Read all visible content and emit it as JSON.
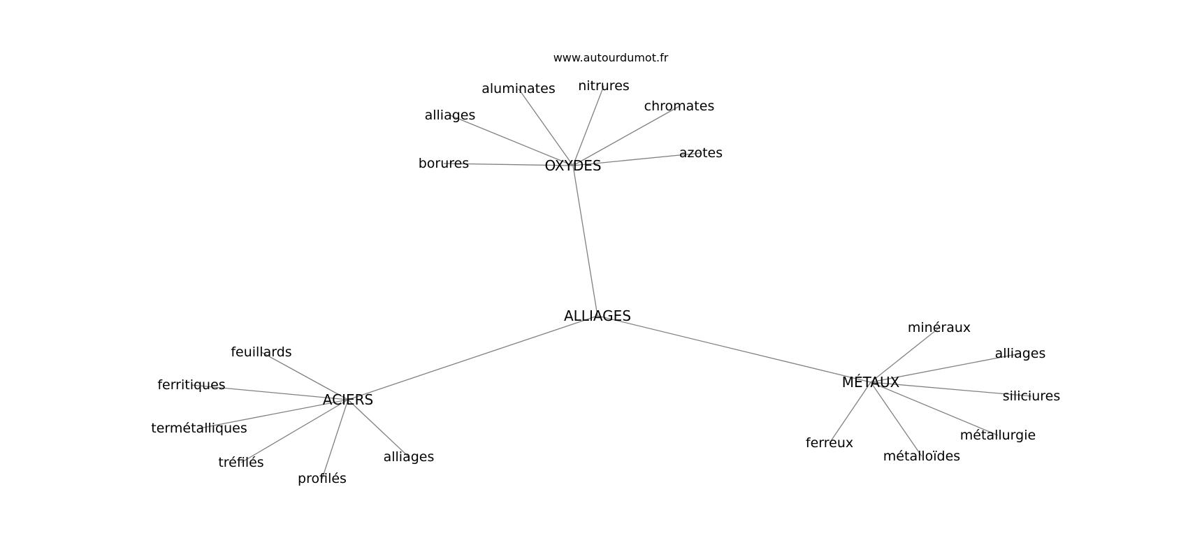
{
  "site": "www.autourdumot.fr",
  "colors": {
    "edge": "#808080",
    "text": "#000000",
    "background": "#ffffff"
  },
  "root": "ALLIAGES",
  "hubs": [
    {
      "label": "OXYDES",
      "leaves": [
        "borures",
        "alliages",
        "aluminates",
        "nitrures",
        "chromates",
        "azotes"
      ]
    },
    {
      "label": "ACIERS",
      "leaves": [
        "feuillards",
        "ferritiques",
        "termétalliques",
        "tréfilés",
        "profilés",
        "alliages"
      ]
    },
    {
      "label": "MÉTAUX",
      "leaves": [
        "minéraux",
        "alliages",
        "siliciures",
        "métallurgie",
        "métalloïdes",
        "ferreux"
      ]
    }
  ]
}
